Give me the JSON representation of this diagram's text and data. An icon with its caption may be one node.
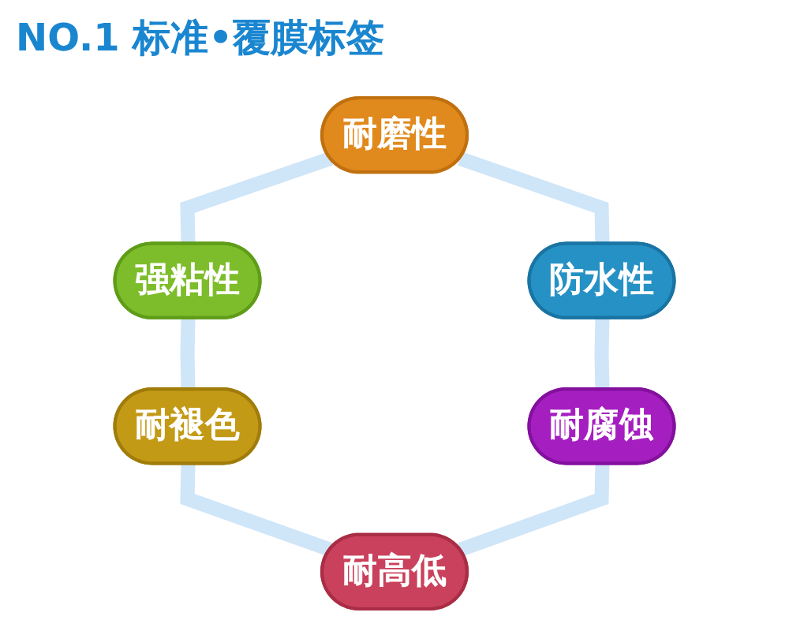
{
  "diagram": {
    "title": "NO.1 标准•覆膜标签",
    "nodes": [
      {
        "text": [
          "耐磨性"
        ]
      },
      {
        "text": [
          "强粘性"
        ]
      },
      {
        "text": [
          "防水性"
        ]
      },
      {
        "text": [
          "耐褪色"
        ]
      },
      {
        "text": [
          "耐腐蚀"
        ]
      },
      {
        "text": [
          "耐高低"
        ]
      }
    ],
    "edges": [
      {
        "from": 0,
        "to": 1,
        "arrow": "none"
      },
      {
        "from": 0,
        "to": 2,
        "arrow": "none"
      },
      {
        "from": 1,
        "to": 3,
        "arrow": "none"
      },
      {
        "from": 2,
        "to": 4,
        "arrow": "none"
      },
      {
        "from": 3,
        "to": 5,
        "arrow": "none"
      },
      {
        "from": 4,
        "to": 5,
        "arrow": "none"
      }
    ]
  }
}
